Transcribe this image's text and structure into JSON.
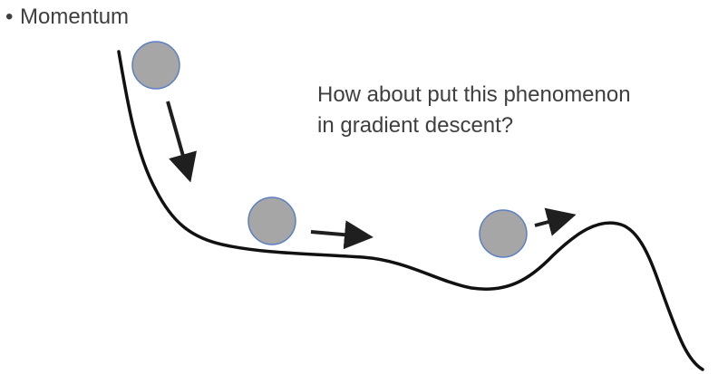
{
  "bullet": {
    "symbol": "•",
    "label": "Momentum"
  },
  "question": {
    "line1": "How about put this phenomenon",
    "line2": "in gradient descent?"
  },
  "colors": {
    "text": "#3f3f3f",
    "curve": "#111111",
    "ball_fill": "#a6a6a6",
    "ball_stroke": "#5b7fc4",
    "arrow": "#1f1f1f"
  }
}
